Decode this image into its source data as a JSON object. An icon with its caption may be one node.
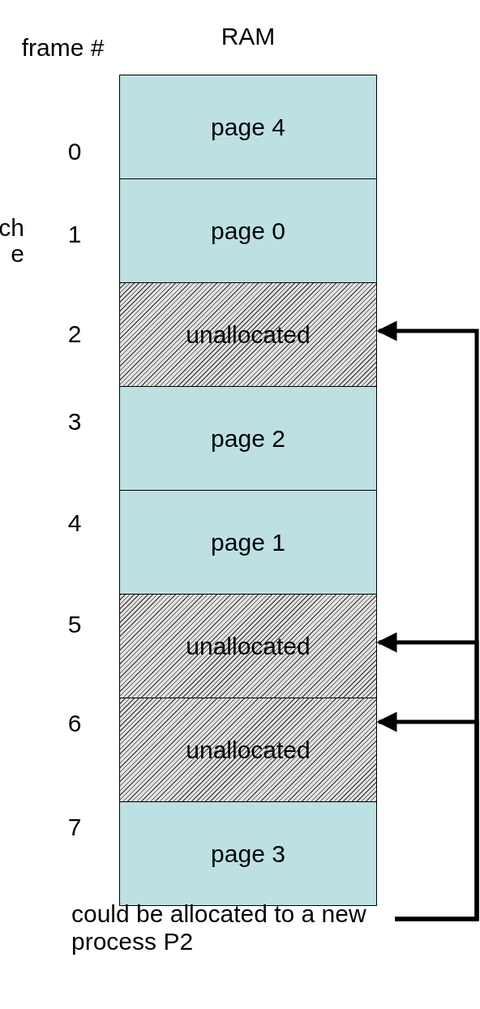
{
  "diagram": {
    "nodes": [
      {
        "text": [
          "RAM"
        ]
      },
      {
        "text": [
          "page 4"
        ],
        "in": 0
      },
      {
        "text": [
          "page 0"
        ],
        "in": 0
      },
      {
        "text": [
          "unallocated"
        ],
        "in": 0
      },
      {
        "text": [
          "page 2"
        ],
        "in": 0
      },
      {
        "text": [
          "page 1"
        ],
        "in": 0
      },
      {
        "text": [
          "unallocated"
        ],
        "in": 0
      },
      {
        "text": [
          "unallocated"
        ],
        "in": 0
      },
      {
        "text": [
          "page 3"
        ],
        "in": 0
      },
      {
        "text": [
          "could be allocated to a new process P2"
        ]
      }
    ],
    "edges": [
      {
        "from": 9,
        "to": 3,
        "arrow": "to"
      },
      {
        "from": 9,
        "to": 6,
        "arrow": "to"
      },
      {
        "from": 9,
        "to": 7,
        "arrow": "to"
      }
    ],
    "labels": [
      "frame #",
      "0",
      "ch",
      "1",
      "e",
      "2",
      "3",
      "4",
      "5",
      "6",
      "7"
    ]
  }
}
